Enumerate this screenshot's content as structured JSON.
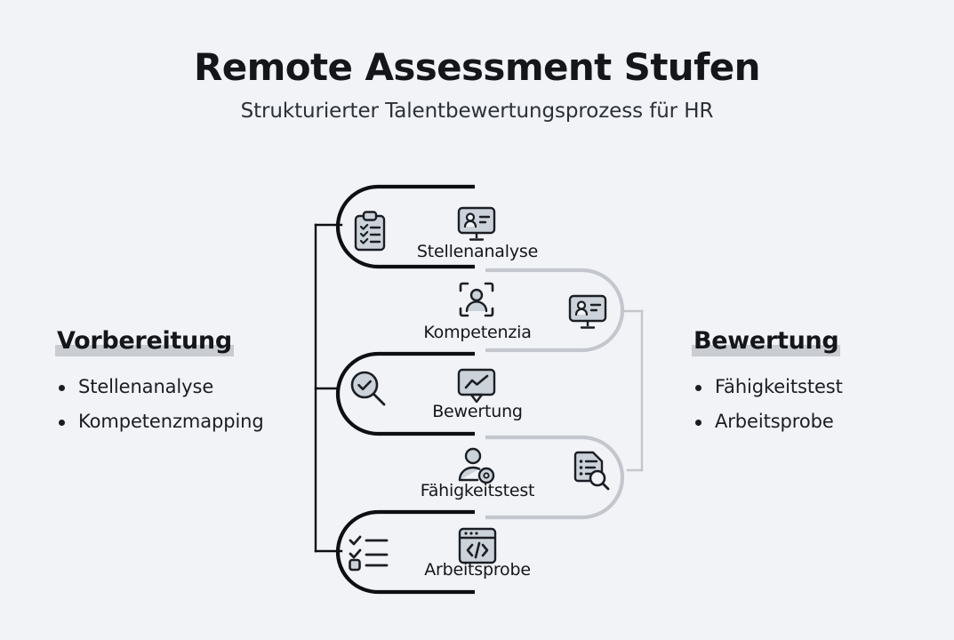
{
  "header": {
    "title": "Remote Assessment Stufen",
    "subtitle": "Strukturierter Talentbewertungsprozess für HR"
  },
  "panels": {
    "left": {
      "heading": "Vorbereitung",
      "items": [
        "Stellenanalyse",
        "Kompetenzmapping"
      ]
    },
    "right": {
      "heading": "Bewertung",
      "items": [
        "Fähigkeitstest",
        "Arbeitsprobe"
      ]
    }
  },
  "diagram": {
    "stages": [
      {
        "label": "Stellenanalyse",
        "side": "left",
        "primary_icon": "clipboard-checklist-icon",
        "secondary_icon": "monitor-profile-icon"
      },
      {
        "label": "Kompetenzia",
        "side": "right",
        "primary_icon": "face-scan-icon",
        "secondary_icon": "monitor-profile-icon"
      },
      {
        "label": "Bewertung",
        "side": "left",
        "primary_icon": "magnifier-check-icon",
        "secondary_icon": "monitor-chart-icon"
      },
      {
        "label": "Fähigkeitstest",
        "side": "right",
        "primary_icon": "person-gear-icon",
        "secondary_icon": "document-search-icon"
      },
      {
        "label": "Arbeitsprobe",
        "side": "left",
        "primary_icon": "checklist-lines-icon",
        "secondary_icon": "code-browser-icon"
      }
    ]
  },
  "colors": {
    "background": "#f1f3f6",
    "ink": "#14161a",
    "dark_stroke": "#0d0f12",
    "light_stroke": "#c3c7cd",
    "icon_fill": "#ccd2d9",
    "highlight": "#c9ccd1"
  }
}
